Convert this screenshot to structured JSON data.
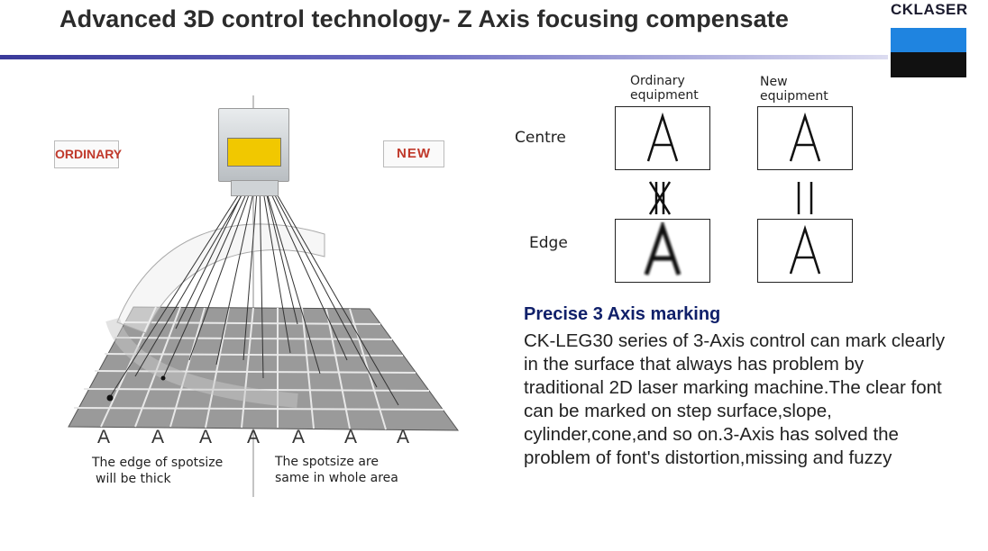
{
  "slide": {
    "title": "Advanced 3D control technology- Z Axis focusing compensate",
    "logo": "CKLASER",
    "colors": {
      "logo_blue": "#1f84e0",
      "logo_black": "#111111",
      "heading": "#10206a",
      "tag_red": "#c0392b"
    }
  },
  "illustration": {
    "tag_ordinary": "ORDINARY",
    "tag_new": "NEW",
    "letters": [
      "A",
      "A",
      "A",
      "A",
      "A",
      "A",
      "A"
    ],
    "caption_left": [
      "The edge of spotsize",
      "will be thick"
    ],
    "caption_right": [
      "The spotsize are",
      "same in whole area"
    ]
  },
  "comparison": {
    "col_ordinary": [
      "Ordinary",
      "equipment"
    ],
    "col_new": [
      "New",
      "equipment"
    ],
    "row_centre": "Centre",
    "row_edge": "Edge",
    "box_letter": "A"
  },
  "text": {
    "heading": "Precise 3 Axis marking",
    "body": " CK-LEG30 series of 3-Axis control can mark clearly in the surface that always has problem by traditional 2D laser marking machine.The clear font can be marked on step surface,slope, cylinder,cone,and so on.3-Axis has solved the problem of font's distortion,missing and fuzzy"
  }
}
